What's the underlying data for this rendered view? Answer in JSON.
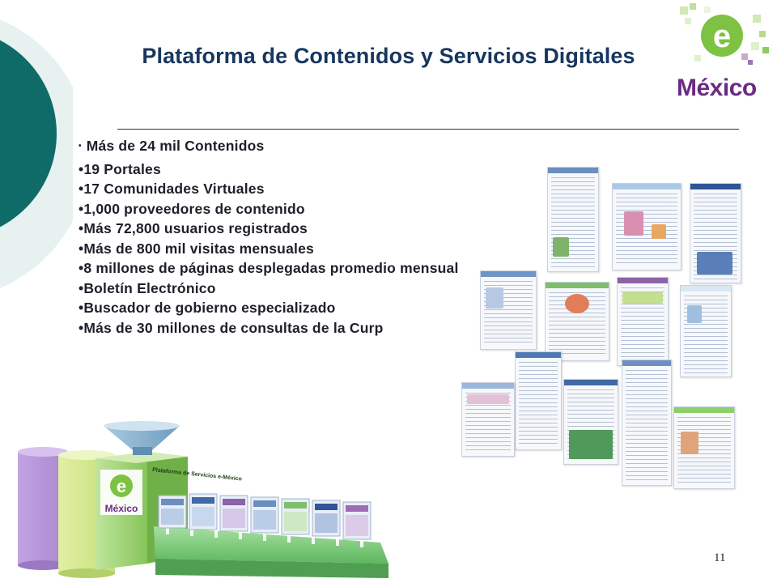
{
  "slide": {
    "title": "Plataforma de Contenidos y Servicios Digitales",
    "bullets": [
      "Más de 24 mil Contenidos",
      "19 Portales",
      "17 Comunidades Virtuales",
      "1,000 proveedores de contenido",
      "Más 72,800 usuarios registrados",
      "Más de 800 mil visitas mensuales",
      "8 millones de páginas desplegadas promedio mensual",
      "Boletín Electrónico",
      "Buscador de gobierno especializado",
      "Más de 30 millones de consultas de la Curp"
    ],
    "page_number": "11"
  },
  "logo": {
    "letter": "e",
    "word": "México"
  },
  "machine": {
    "sign_text": "Plataforma de Servicios e-México",
    "logo_letter": "e",
    "logo_word": "México"
  },
  "colors": {
    "title": "#17375e",
    "teal": "#0f6b67",
    "green": "#7dc242",
    "purple": "#6a2c82"
  }
}
